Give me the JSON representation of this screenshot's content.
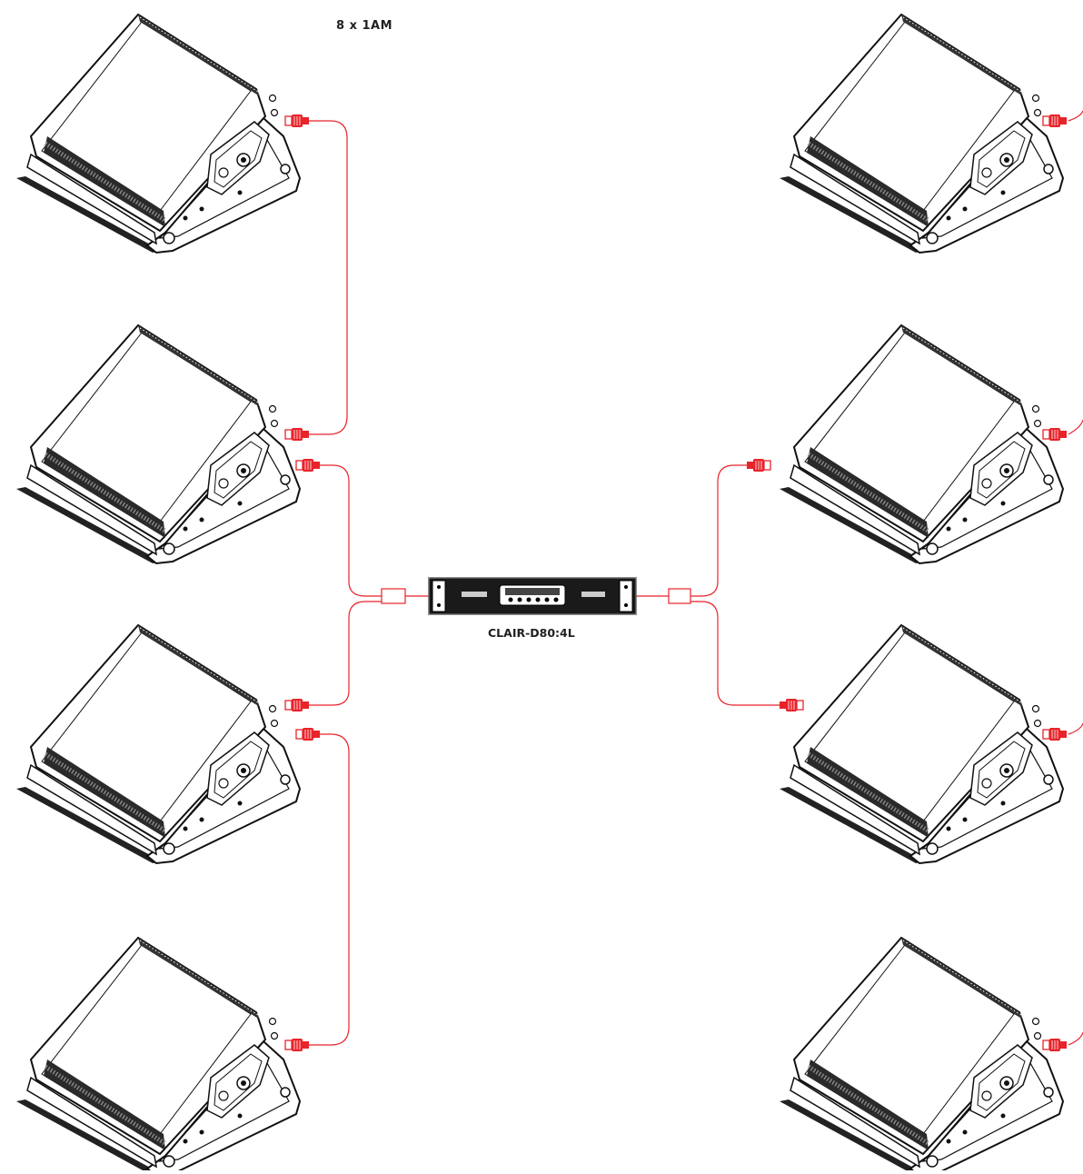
{
  "diagram": {
    "title": "8 x 1AM",
    "amplifier_label": "CLAIR-D80:4L",
    "cable_color": "#e8232a",
    "speaker_count": 8,
    "left_speakers": [
      "speaker-left-1",
      "speaker-left-2",
      "speaker-left-3",
      "speaker-left-4"
    ],
    "right_speakers": [
      "speaker-right-1",
      "speaker-right-2",
      "speaker-right-3",
      "speaker-right-4"
    ]
  }
}
